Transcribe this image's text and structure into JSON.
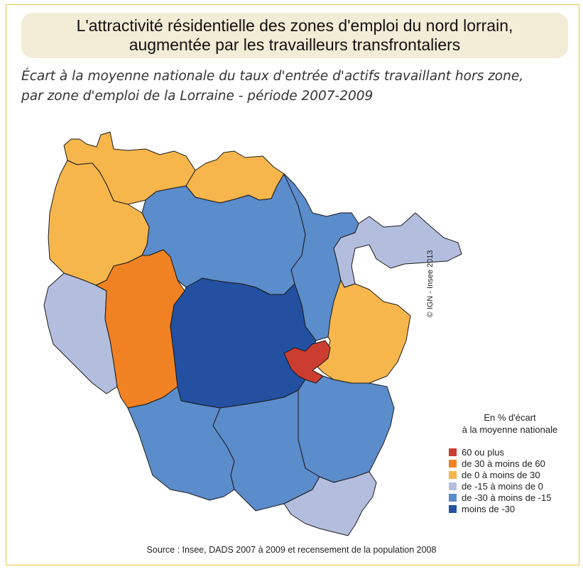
{
  "title": {
    "line1": "L'attractivité résidentielle des zones d'emploi du nord lorrain,",
    "line2": "augmentée par les travailleurs transfrontaliers"
  },
  "subtitle": {
    "line1": "Écart à la moyenne nationale du taux d'entrée d'actifs travaillant hors zone,",
    "line2": "par zone d'emploi de la Lorraine - période 2007-2009"
  },
  "copyright": "© IGN - Insee 2013",
  "legend": {
    "title_line1": "En % d'écart",
    "title_line2": "à la moyenne nationale",
    "items": [
      {
        "label": "60 ou plus",
        "color": "#cc3d31"
      },
      {
        "label": "de 30 à moins de 60",
        "color": "#f08223"
      },
      {
        "label": "de 0 à moins de 30",
        "color": "#f6b64c"
      },
      {
        "label": "de -15 à moins de 0",
        "color": "#b3bedf"
      },
      {
        "label": "de -30 à moins de -15",
        "color": "#5b8ccb"
      },
      {
        "label": "moins de -30",
        "color": "#2350a0"
      }
    ]
  },
  "source": "Source : Insee, DADS 2007 à 2009 et recensement de la population 2008"
}
